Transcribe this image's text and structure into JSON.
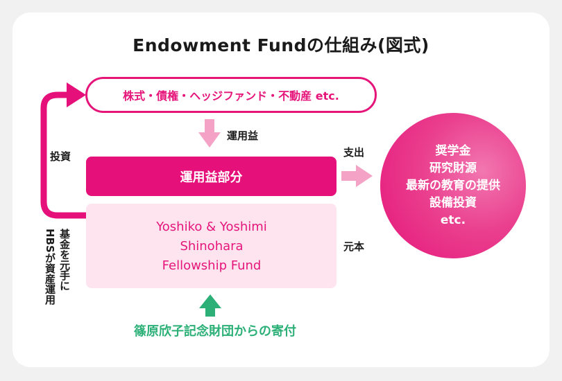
{
  "title": "Endowment Fundの仕組み(図式)",
  "assets_label": "株式・債権・ヘッジファンド・不動産 etc.",
  "income_arrow_label": "運用益",
  "income_box_label": "運用益部分",
  "invest_label": "投資",
  "expense_label": "支出",
  "principal_label": "元本",
  "fund_name_lines": [
    "Yoshiko & Yoshimi",
    "Shinohara",
    "Fellowship Fund"
  ],
  "uses_lines": [
    "奨学金",
    "研究財源",
    "最新の教育の提供",
    "設備投資",
    "etc."
  ],
  "donation_label": "篠原欣子記念財団からの寄付",
  "hbs_note_columns": [
    "基金を元手に",
    "HBSが資産運用"
  ],
  "colors": {
    "brand_pink": "#e5157a",
    "light_pink": "#fde4ef",
    "arrow_pink": "#f4a3c6",
    "green": "#2cb078"
  }
}
